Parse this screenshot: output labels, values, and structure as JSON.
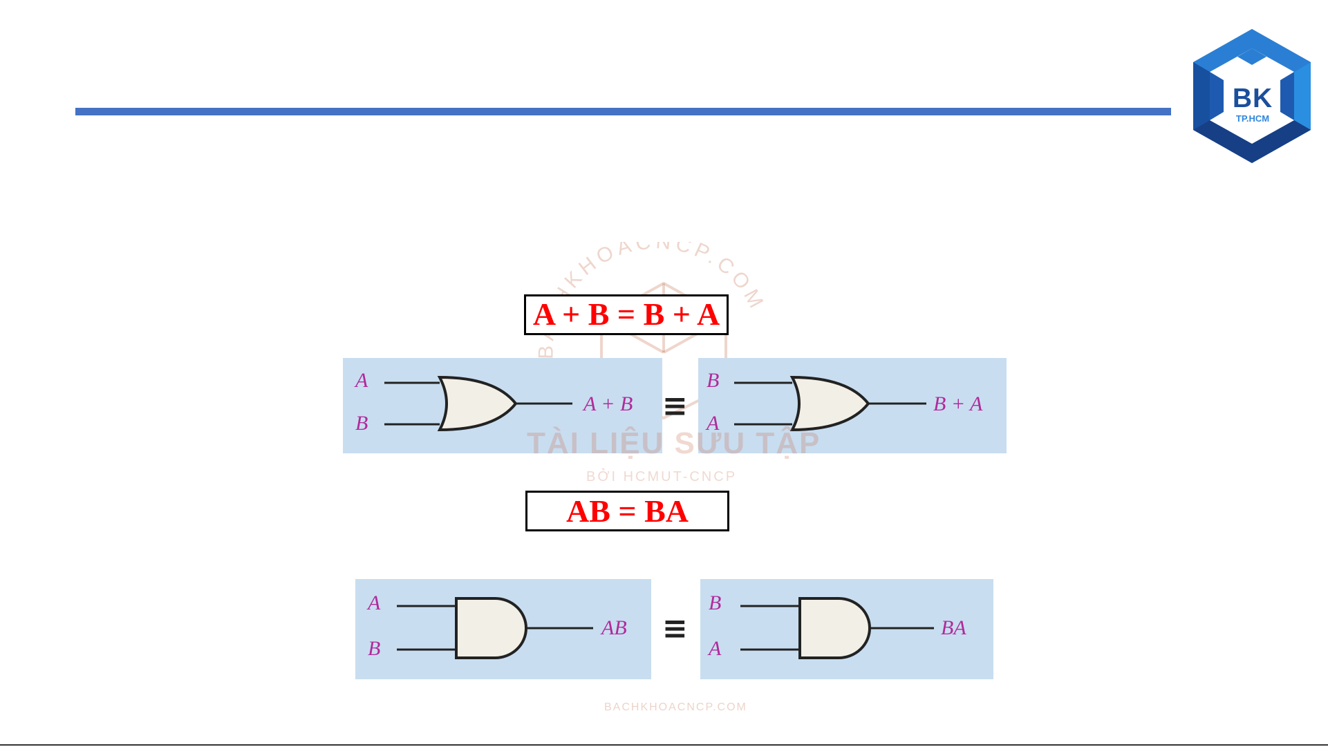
{
  "slide": {
    "equation_or": "A + B = B + A",
    "equation_and": "AB = BA",
    "equiv_symbol": "≡"
  },
  "logo": {
    "main": "BK",
    "sub": "TP.HCM"
  },
  "or_left": {
    "in1": "A",
    "in2": "B",
    "out": "A + B"
  },
  "or_right": {
    "in1": "B",
    "in2": "A",
    "out": "B + A"
  },
  "and_left": {
    "in1": "A",
    "in2": "B",
    "out": "AB"
  },
  "and_right": {
    "in1": "B",
    "in2": "A",
    "out": "BA"
  },
  "watermark": {
    "arc": "BACHKHOACNCP.COM",
    "main": "TÀI LIỆU SƯU TẬP",
    "by": "BỞI HCMUT-CNCP",
    "footer": "BACHKHOACNCP.COM"
  },
  "colors": {
    "accent_bar": "#4472C4",
    "equation_text": "#FF0000",
    "panel_bg": "#C8DDF0",
    "signal_label": "#B02A9A",
    "gate_fill": "#F2EFE6"
  }
}
